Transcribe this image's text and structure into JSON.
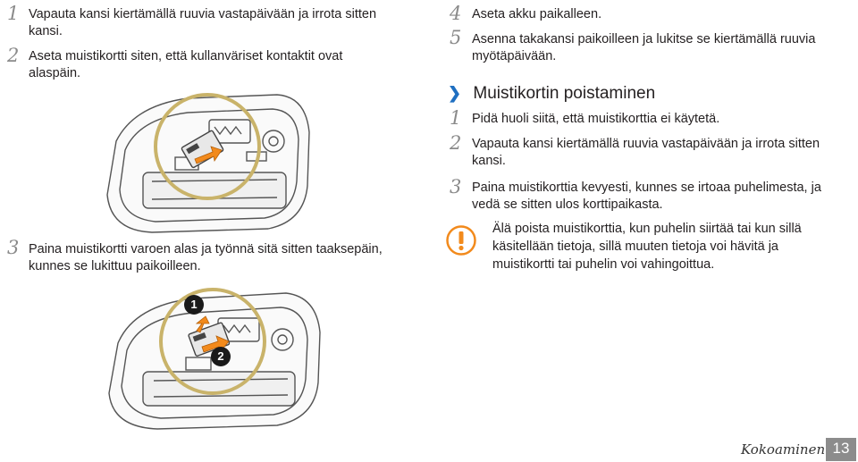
{
  "left": {
    "steps": [
      {
        "number": "1",
        "text": "Vapauta kansi kiertämällä ruuvia vastapäivään ja irrota sitten"
      },
      {
        "number": "",
        "text": "kansi."
      },
      {
        "number": "2",
        "text": "Aseta muistikortti siten, että kullanväriset kontaktit ovat"
      },
      {
        "number": "",
        "text": "alaspäin."
      },
      {
        "number": "3",
        "text": "Paina muistikortti varoen alas ja työnnä sitä sitten taaksepäin,"
      },
      {
        "number": "",
        "text": "kunnes se lukittuu paikoilleen."
      }
    ],
    "figure2_markers": [
      "1",
      "2"
    ]
  },
  "right": {
    "steps_top": [
      {
        "number": "4",
        "text": "Aseta akku paikalleen."
      },
      {
        "number": "5",
        "text": "Asenna takakansi paikoilleen ja lukitse se kiertämällä ruuvia"
      },
      {
        "number": "",
        "text": "myötäpäivään."
      }
    ],
    "section_title": "Muistikortin poistaminen",
    "section_chevron": "❯",
    "steps": [
      {
        "number": "1",
        "text": "Pidä huoli siitä, että muistikorttia ei käytetä."
      },
      {
        "number": "2",
        "text": "Vapauta kansi kiertämällä ruuvia vastapäivään ja irrota sitten"
      },
      {
        "number": "",
        "text": "kansi."
      },
      {
        "number": "3",
        "text": "Paina muistikorttia kevyesti, kunnes se irtoaa puhelimesta, ja"
      },
      {
        "number": "",
        "text": "vedä se sitten ulos korttipaikasta."
      }
    ],
    "warning": [
      "Älä poista muistikorttia, kun puhelin siirtää tai kun sillä",
      "käsitellään tietoja, sillä muuten tietoja voi hävitä ja",
      "muistikortti tai puhelin voi vahingoittua."
    ]
  },
  "footer": {
    "section_label": "Kokoaminen",
    "page_number": "13"
  },
  "colors": {
    "accent": "#1f6fc1",
    "step_number": "#8a8a8a",
    "page_box": "#8c8c8c"
  }
}
